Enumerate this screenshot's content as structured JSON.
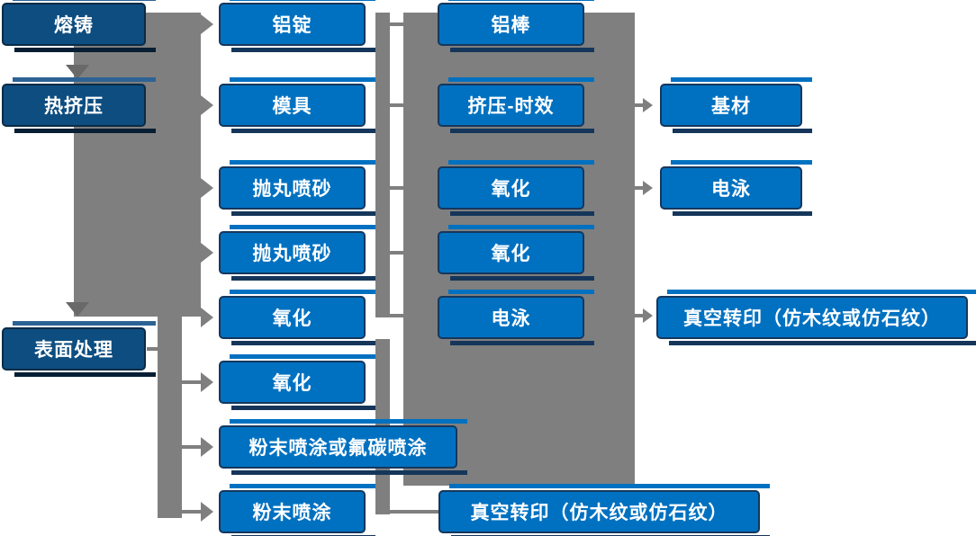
{
  "diagram_title": "",
  "columns": {
    "stages": {
      "items": [
        "熔铸",
        "热挤压",
        "表面处理"
      ]
    },
    "prep_steps": {
      "items": [
        "铝锭",
        "模具",
        "抛丸喷砂",
        "抛丸喷砂",
        "氧化",
        "氧化",
        "粉末喷涂或氟碳喷涂",
        "粉末喷涂"
      ]
    },
    "process_steps": {
      "items": [
        "铝棒",
        "挤压-时效",
        "氧化",
        "氧化",
        "电泳",
        "真空转印（仿木纹或仿石纹）"
      ]
    },
    "finish_steps": {
      "items": [
        "基材",
        "电泳",
        "真空转印（仿木纹或仿石纹）"
      ]
    }
  },
  "colors": {
    "box_blue": "#0071C1",
    "box_navy": "#0D4D80",
    "box_border": "#16375C",
    "connector_gray": "#7F7F7F",
    "down_arrow_gray": "#696969",
    "text": "#FFFFFF",
    "background": "#FFFFFF"
  }
}
